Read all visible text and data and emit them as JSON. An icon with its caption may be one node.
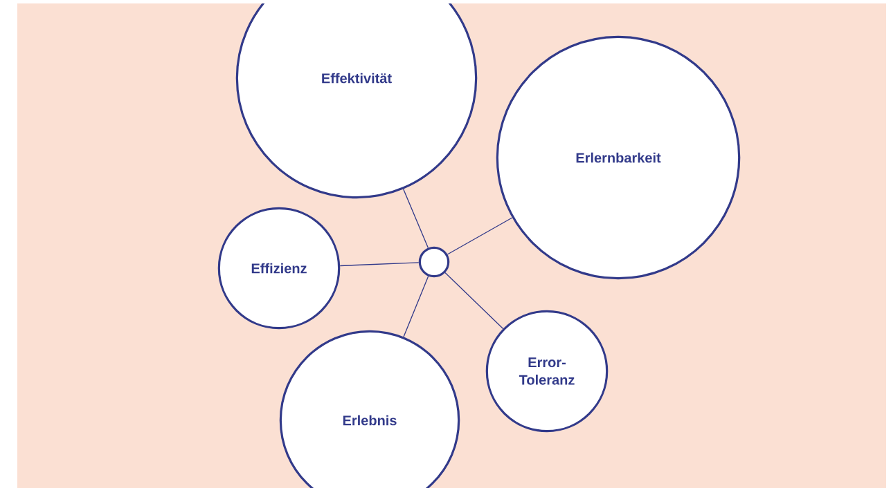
{
  "diagram": {
    "nodes": [
      {
        "text": [
          "Effektivität"
        ]
      },
      {
        "text": [
          "Erlernbarkeit"
        ]
      },
      {
        "text": [
          "Effizienz"
        ]
      },
      {
        "text": [],
        "shape": "circle"
      },
      {
        "text": [
          "Erlebnis"
        ]
      },
      {
        "text": [
          "Error-Toleranz"
        ]
      }
    ],
    "edges": [
      {
        "from": 3,
        "to": 0,
        "arrow": "none"
      },
      {
        "from": 3,
        "to": 1,
        "arrow": "none"
      },
      {
        "from": 3,
        "to": 2,
        "arrow": "none"
      },
      {
        "from": 3,
        "to": 4,
        "arrow": "none"
      },
      {
        "from": 3,
        "to": 5,
        "arrow": "none"
      }
    ]
  }
}
